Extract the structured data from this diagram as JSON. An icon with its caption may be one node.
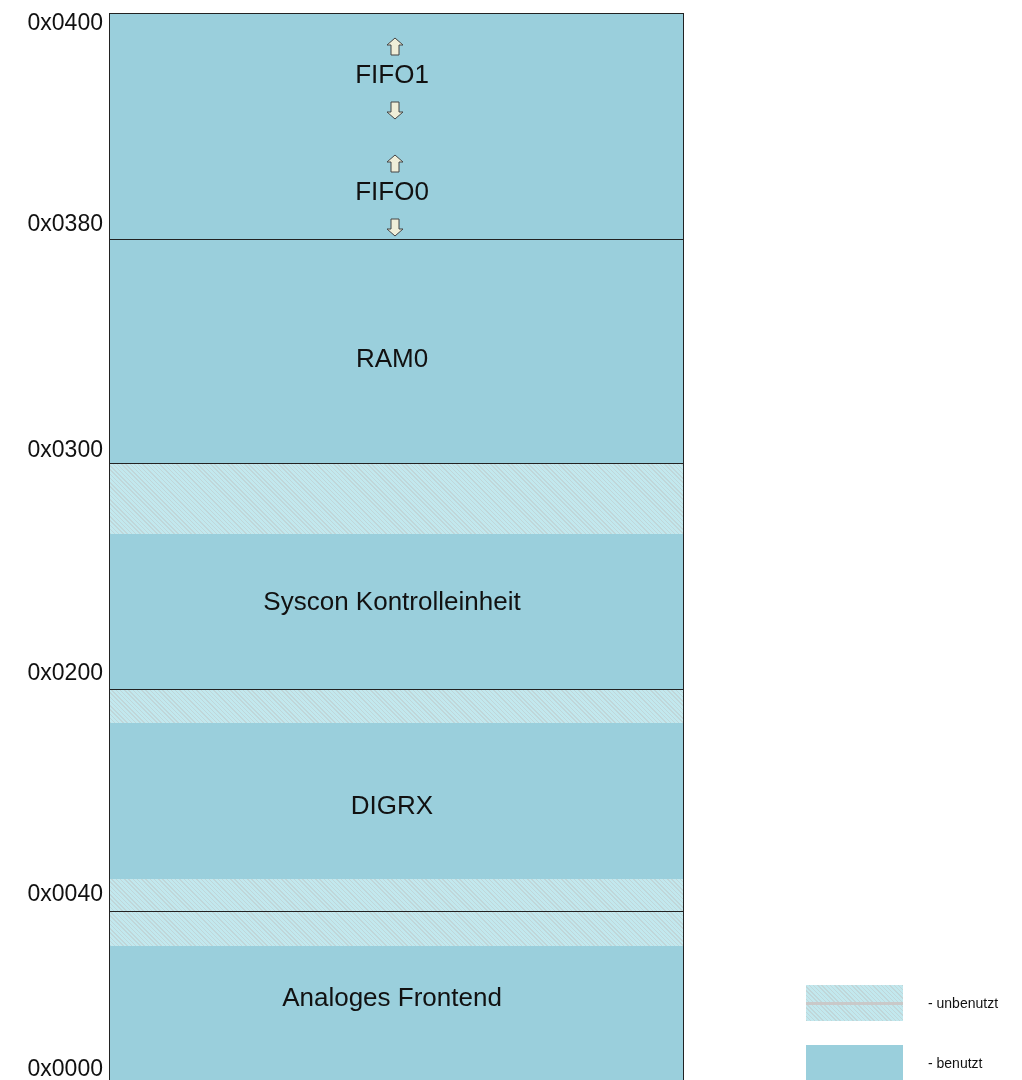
{
  "diagram": {
    "nodes": [
      {
        "text": [
          "FIFO1",
          "FIFO0"
        ]
      },
      {
        "text": [
          "RAM0"
        ]
      },
      {
        "text": [
          "Syscon Kontrolleinheit"
        ]
      },
      {
        "text": [],
        "shape": "bar",
        "in": 2
      },
      {
        "text": [
          "DIGRX"
        ]
      },
      {
        "text": [],
        "shape": "bar",
        "in": 4
      },
      {
        "text": [],
        "shape": "bar",
        "in": 4
      },
      {
        "text": [
          "Analoges Frontend"
        ]
      },
      {
        "text": [],
        "shape": "bar",
        "in": 7
      }
    ],
    "labels": [
      "0x0400",
      "0x0380",
      "0x0300",
      "0x0200",
      "0x0040",
      "0x0000"
    ],
    "legend": [
      {
        "text": "- unbenutzt"
      },
      {
        "text": "- benutzt",
        "color": "#9acfdc"
      }
    ]
  }
}
